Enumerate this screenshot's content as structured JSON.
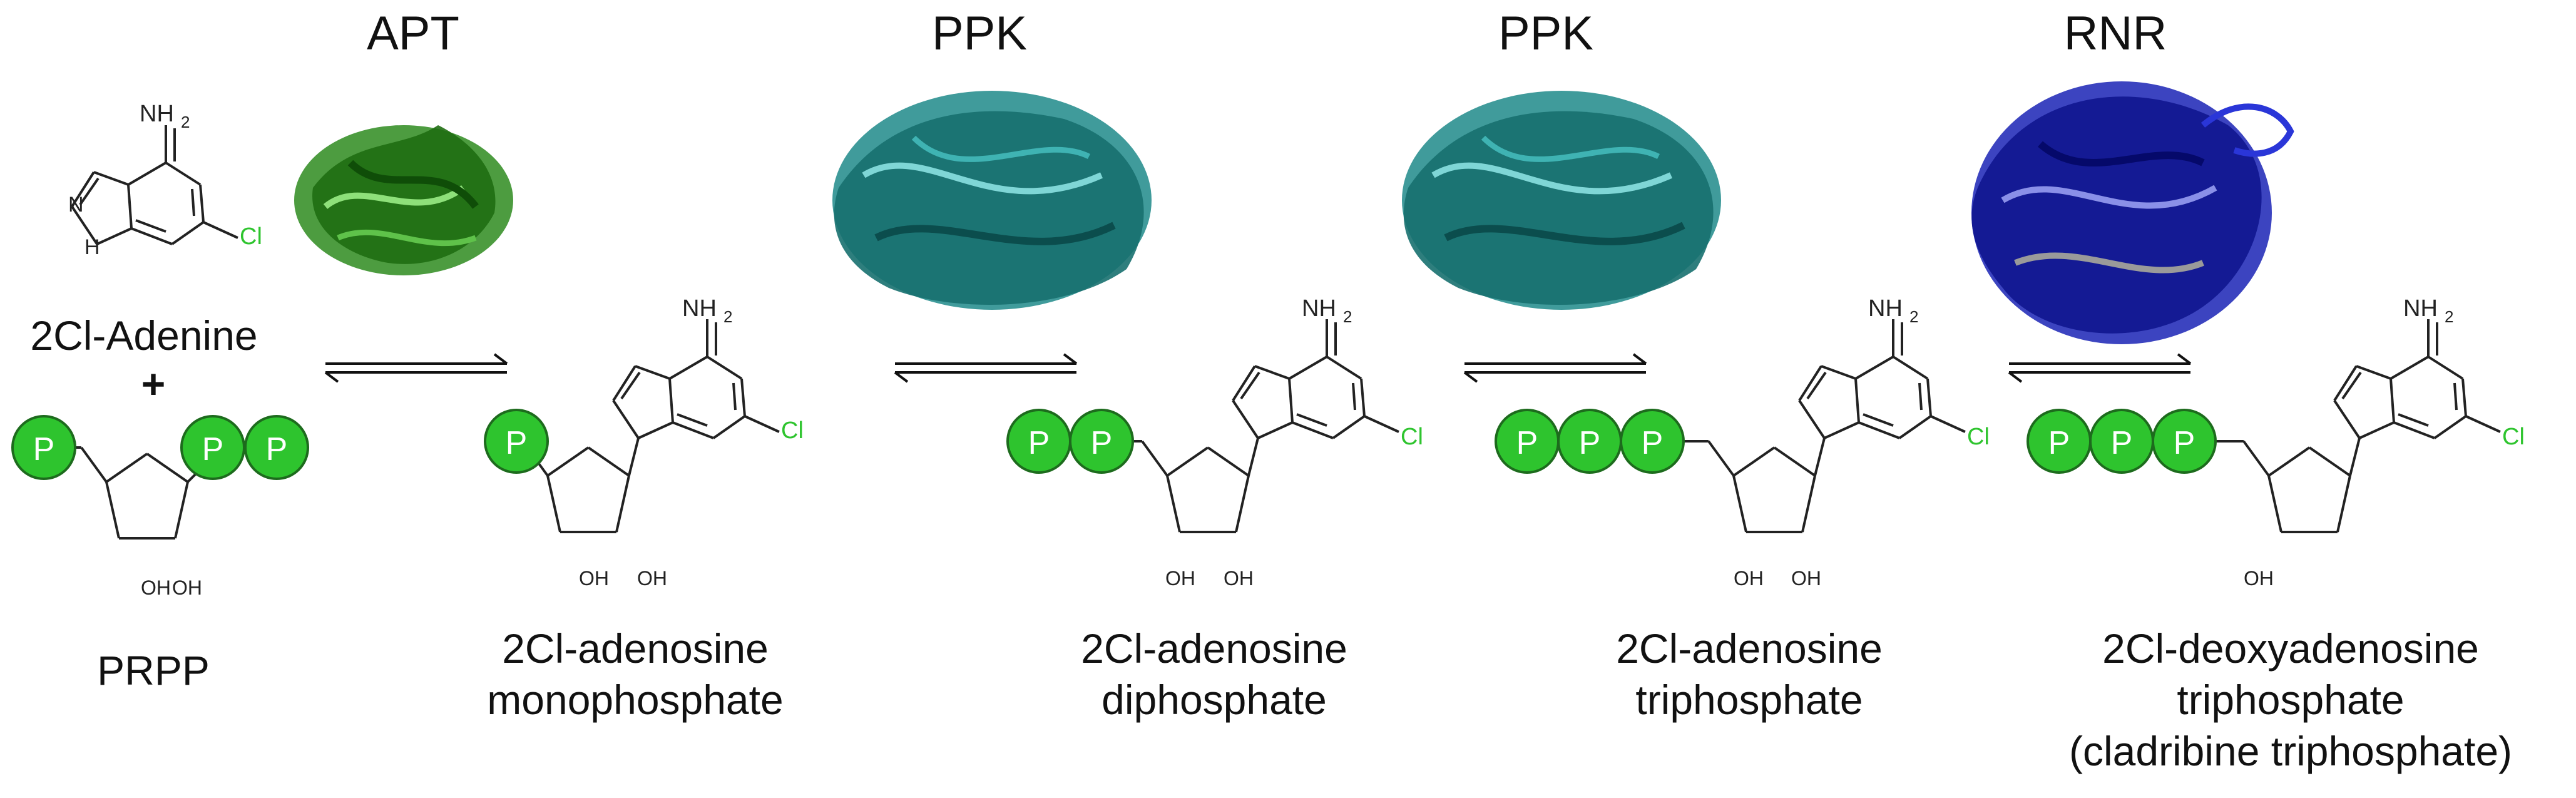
{
  "enzymes": [
    "APT",
    "PPK",
    "PPK",
    "RNR"
  ],
  "compounds": {
    "adenine": "2Cl-Adenine",
    "plus": "+",
    "prpp": "PRPP",
    "amp_line1": "2Cl-adenosine",
    "amp_line2": "monophosphate",
    "adp_line1": "2Cl-adenosine",
    "adp_line2": "diphosphate",
    "atp_line1": "2Cl-adenosine",
    "atp_line2": "triphosphate",
    "datp_line1": "2Cl-deoxyadenosine",
    "datp_line2": "triphosphate",
    "datp_line3": "(cladribine triphosphate)"
  },
  "atoms": {
    "phosphate": "P",
    "amine": "NH",
    "amine_sub": "2",
    "nitrogen": "N",
    "hydrogen": "H",
    "chlorine": "Cl",
    "hydroxyl": "OH"
  },
  "colors": {
    "apt_protein": "#2e8b1e",
    "ppk_protein": "#1f8a8a",
    "rnr_protein": "#1a23b5",
    "phosphate_fill": "#2ec42e",
    "chlorine_text": "#2ec42e",
    "bond": "#222222"
  }
}
